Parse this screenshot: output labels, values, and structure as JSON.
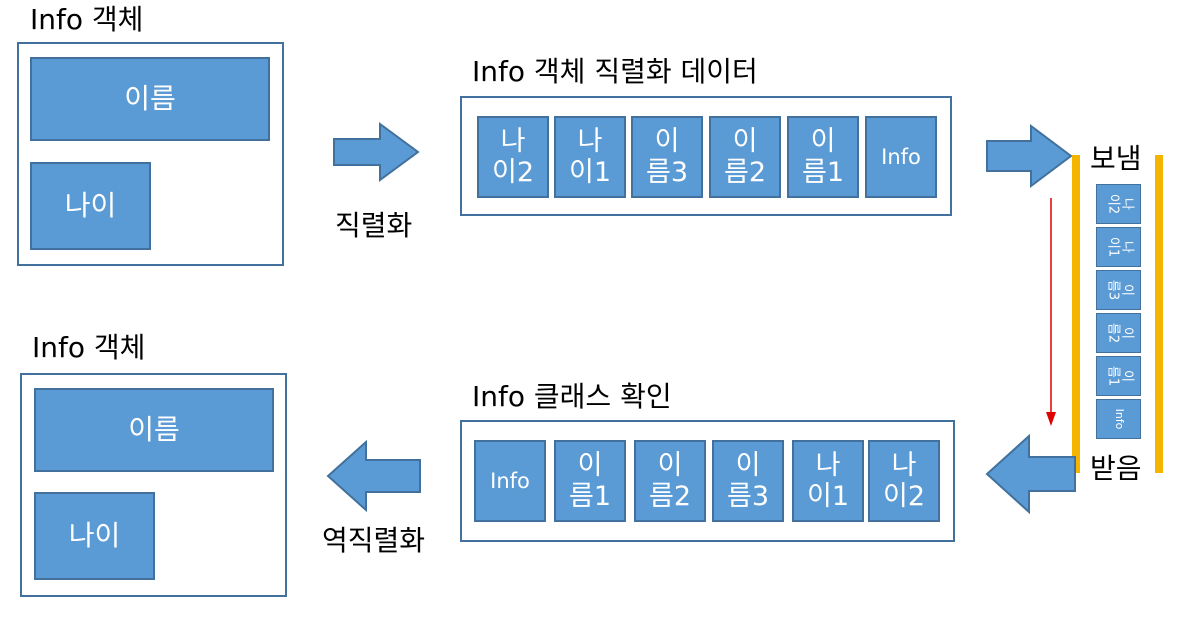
{
  "top_object": {
    "title": "Info 객체",
    "name_field": "이름",
    "age_field": "나이"
  },
  "serialize": {
    "data_title": "Info 객체 직렬화 데이터",
    "arrow_label": "직렬화",
    "cells": [
      "나\n이2",
      "나\n이1",
      "이\n름3",
      "이\n름2",
      "이\n름1",
      "Info"
    ]
  },
  "transfer": {
    "send_label": "보냄",
    "receive_label": "받음",
    "cells": [
      "나\n이2",
      "나\n이1",
      "이\n름3",
      "이\n름2",
      "이\n름1",
      "Info"
    ]
  },
  "deserialize": {
    "class_check_title": "Info 클래스 확인",
    "arrow_label": "역직렬화",
    "cells": [
      "Info",
      "이\n름1",
      "이\n름2",
      "이\n름3",
      "나\n이1",
      "나\n이2"
    ]
  },
  "bottom_object": {
    "title": "Info 객체",
    "name_field": "이름",
    "age_field": "나이"
  },
  "colors": {
    "box_fill": "#5b9bd5",
    "box_border": "#41719c",
    "bar": "#f5b400",
    "flow_arrow": "#e00000"
  }
}
